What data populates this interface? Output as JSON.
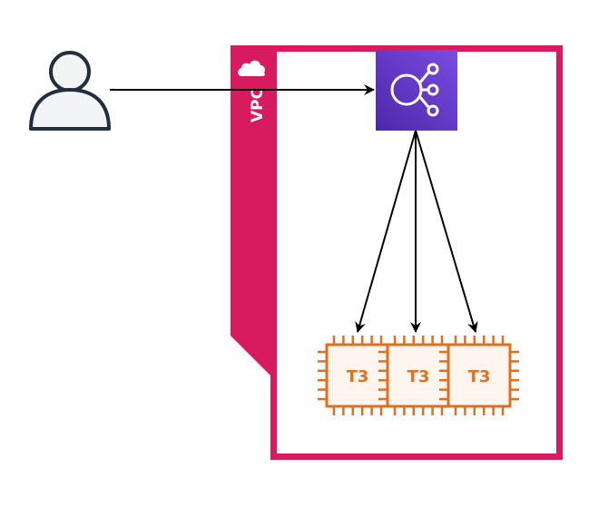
{
  "vpc": {
    "label": "VPC",
    "color": "#d81b5e"
  },
  "user": {
    "icon": "user-icon",
    "color": "#232f3e",
    "fill": "#f2f4f6"
  },
  "load_balancer": {
    "icon": "elastic-load-balancer-icon",
    "gradient": [
      "#4d27aa",
      "#7a4ce0"
    ]
  },
  "instances": [
    {
      "label": "T3",
      "icon": "ec2-instance-icon"
    },
    {
      "label": "T3",
      "icon": "ec2-instance-icon"
    },
    {
      "label": "T3",
      "icon": "ec2-instance-icon"
    }
  ],
  "instance_color": "#e07020",
  "instance_fill": "#fdf5ee",
  "edges": [
    {
      "from": "user",
      "to": "load_balancer"
    },
    {
      "from": "load_balancer",
      "to": "instance-1"
    },
    {
      "from": "load_balancer",
      "to": "instance-2"
    },
    {
      "from": "load_balancer",
      "to": "instance-3"
    }
  ]
}
